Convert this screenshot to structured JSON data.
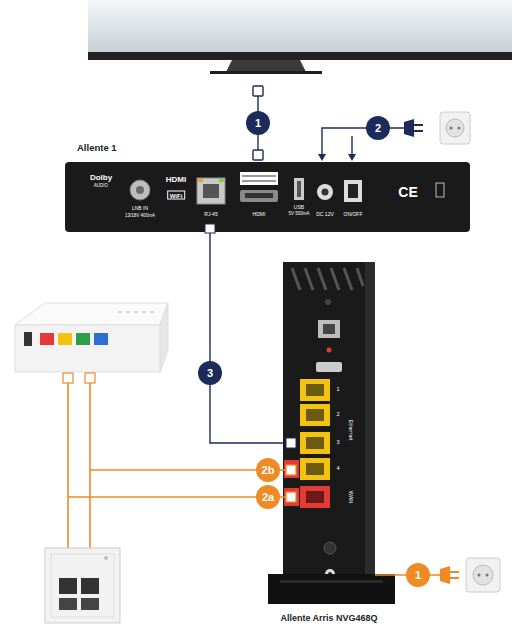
{
  "diagram": {
    "nodes": [
      {
        "text": [
          "Allente 1"
        ]
      },
      {
        "text": [
          "Allente Arris NVG468Q"
        ]
      }
    ],
    "edges": [
      {
        "from": 0,
        "to": 1,
        "arrow": "none",
        "label": "3"
      }
    ],
    "labels": [
      "1",
      "2",
      "2b",
      "2a",
      "1",
      "Dolby",
      "AUDIO",
      "HDMI",
      "WiFi",
      "LNB IN",
      "13/18V 400mA",
      "RJ-45",
      "HDMI",
      "USB",
      "5V 500mA",
      "DC 12V",
      "ON/OFF",
      "CE",
      "Ethernet",
      "WAN",
      "1",
      "2",
      "3",
      "4"
    ]
  }
}
